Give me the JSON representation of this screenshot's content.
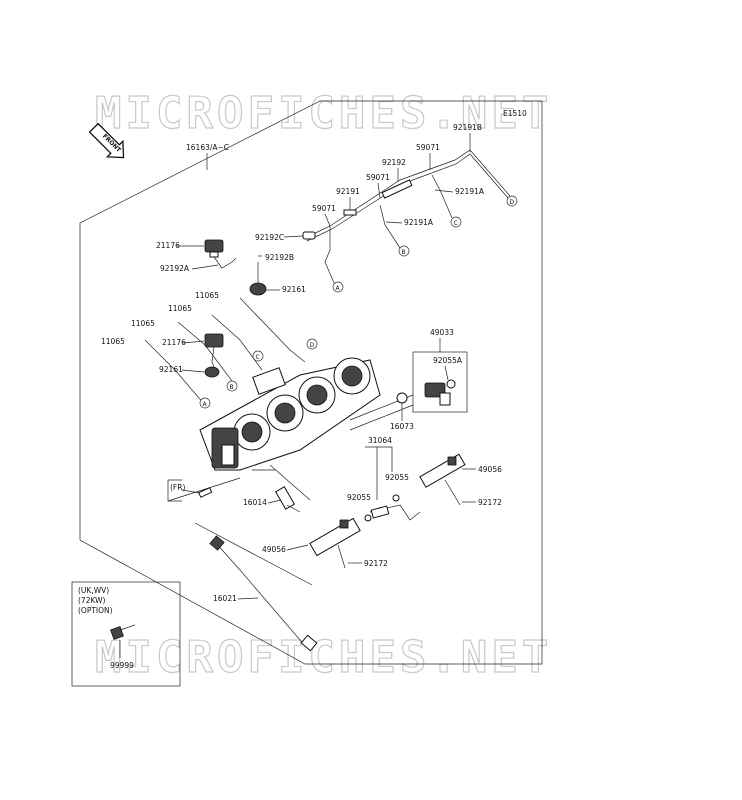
{
  "diagram": {
    "code": "E1510",
    "watermark": "MICROFICHES.NET",
    "front_label": "FRONT",
    "fr_label": "(FR)",
    "option_box": {
      "lines": [
        "(UK,WV)",
        "(72KW)",
        "(OPTION)"
      ],
      "part": "99999"
    },
    "parts": {
      "p16163": "16163/A~C",
      "p92191B": "92191B",
      "p59071_a": "59071",
      "p92192_top": "92192",
      "p59071_b": "59071",
      "p92191A_a": "92191A",
      "p92191": "92191",
      "p59071_c": "59071",
      "p92191A_b": "92191A",
      "p92192C": "92192C",
      "p21176_a": "21176",
      "p92192A": "92192A",
      "p92192B": "92192B",
      "p92161_a": "92161",
      "p11065_a": "11065",
      "p11065_b": "11065",
      "p11065_c": "11065",
      "p11065_d": "11065",
      "p21176_b": "21176",
      "p92161_b": "92161",
      "p49033": "49033",
      "p92055A": "92055A",
      "p16073": "16073",
      "p31064": "31064",
      "p92055_a": "92055",
      "p92055_b": "92055",
      "p49056_a": "49056",
      "p92172_a": "92172",
      "p16014": "16014",
      "p49056_b": "49056",
      "p92172_b": "92172",
      "p16021": "16021"
    },
    "callouts": {
      "A1": "A",
      "B1": "B",
      "C1": "C",
      "D1": "D",
      "A2": "A",
      "B2": "B",
      "C2": "C",
      "D2": "D"
    }
  }
}
